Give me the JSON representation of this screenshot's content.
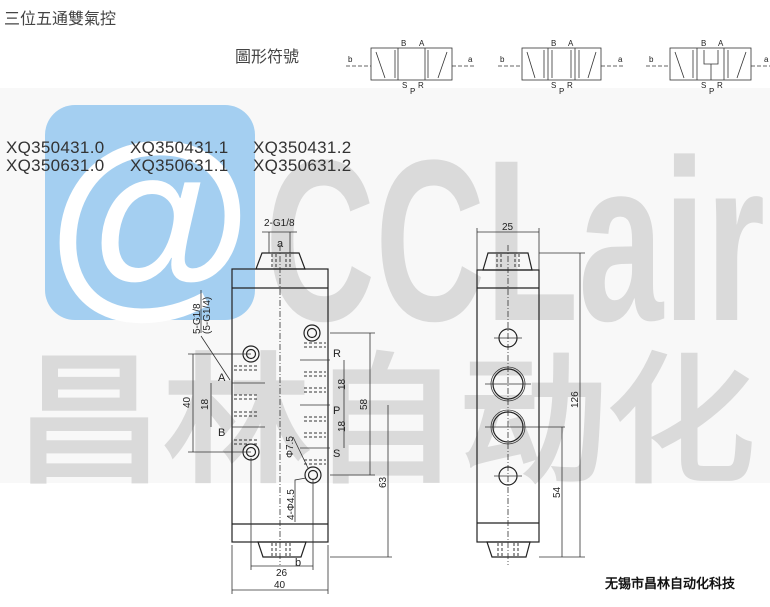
{
  "title": "三位五通雙氣控",
  "symbol_heading": "圖形符號",
  "symbols": {
    "port_b": "b",
    "port_a": "a",
    "B": "B",
    "A": "A",
    "S": "S",
    "P": "P",
    "R": "R"
  },
  "models": {
    "row1": [
      "XQ350431.0",
      "XQ350431.1",
      "XQ350431.2"
    ],
    "row2": [
      "XQ350631.0",
      "XQ350631.1",
      "XQ350631.2"
    ]
  },
  "front_view": {
    "pilot_thread": "2-G1/8",
    "pilot_a": "a",
    "pilot_b": "b",
    "port_thread": "5-G1/8",
    "port_thread_alt": "(5-G1/4)",
    "ports": {
      "A": "A",
      "B": "B",
      "R": "R",
      "P": "P",
      "S": "S"
    },
    "counterbore": "Φ7.5",
    "mount_holes": "4-Φ4.5",
    "dims": {
      "ab_span": "40",
      "ab_pitch": "18",
      "rp_pitch": "18",
      "ps_pitch": "18",
      "hole_pitch": "58",
      "p_height": "63",
      "hole_width": "26",
      "width": "40"
    }
  },
  "side_view": {
    "dims": {
      "depth": "25",
      "height": "126",
      "port_height": "54"
    }
  },
  "watermark": {
    "brand": "CCLair",
    "chinese": "昌林自动化",
    "logo_color": "#5aa9e6",
    "text_color": "#bdbdbd"
  },
  "company": "无锡市昌林自动化科技"
}
